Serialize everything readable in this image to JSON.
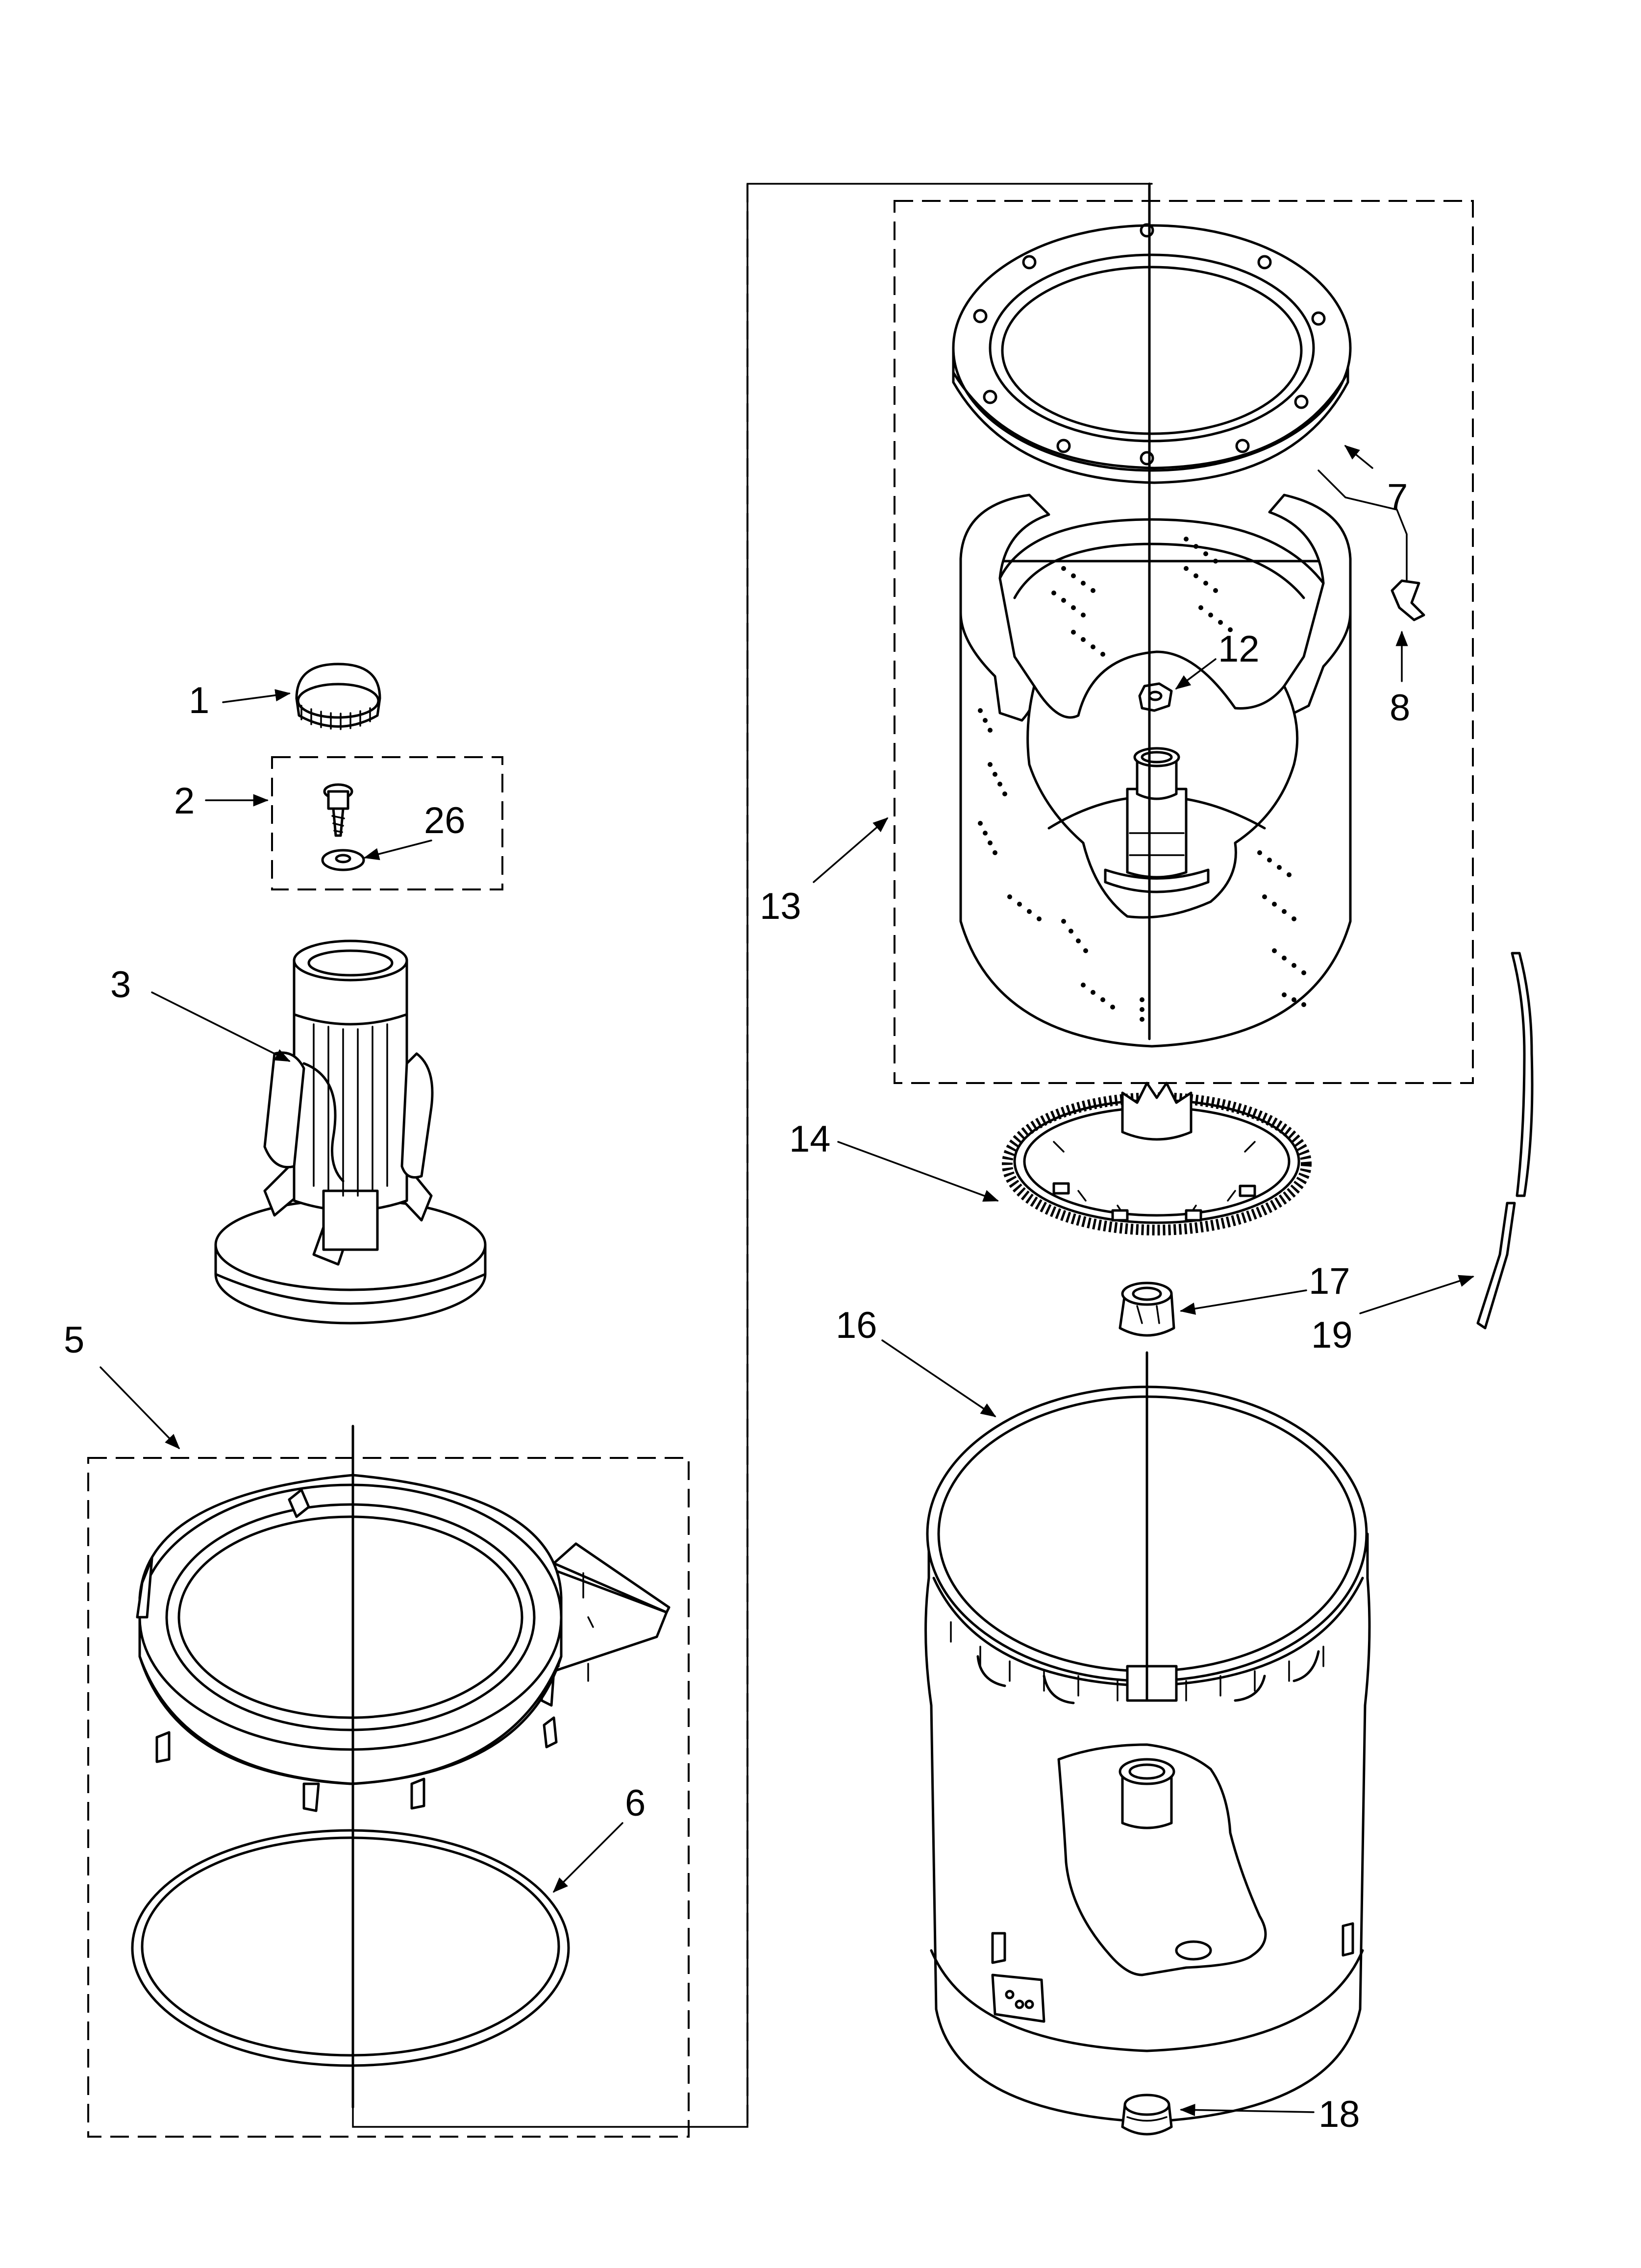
{
  "callouts": [
    {
      "id": "1",
      "text": "1"
    },
    {
      "id": "2",
      "text": "2"
    },
    {
      "id": "3",
      "text": "3"
    },
    {
      "id": "5",
      "text": "5"
    },
    {
      "id": "6",
      "text": "6"
    },
    {
      "id": "7",
      "text": "7"
    },
    {
      "id": "8",
      "text": "8"
    },
    {
      "id": "12",
      "text": "12"
    },
    {
      "id": "13",
      "text": "13"
    },
    {
      "id": "14",
      "text": "14"
    },
    {
      "id": "16",
      "text": "16"
    },
    {
      "id": "17",
      "text": "17"
    },
    {
      "id": "18",
      "text": "18"
    },
    {
      "id": "19",
      "text": "19"
    },
    {
      "id": "26",
      "text": "26"
    }
  ],
  "colors": {
    "ink": "#000000",
    "paper": "#ffffff"
  }
}
